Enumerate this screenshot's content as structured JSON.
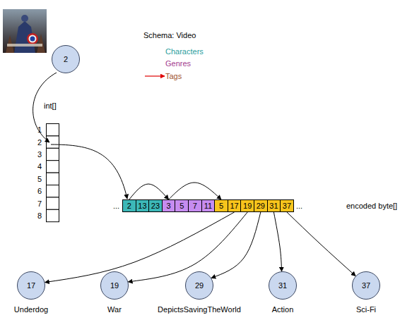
{
  "diagram": {
    "nodes": [
      {
        "text": [
          "2"
        ]
      },
      {
        "text": [
          "2"
        ]
      },
      {
        "text": [
          "13"
        ]
      },
      {
        "text": [
          "23"
        ]
      },
      {
        "text": [
          "3"
        ]
      },
      {
        "text": [
          "5"
        ]
      },
      {
        "text": [
          "7"
        ]
      },
      {
        "text": [
          "11"
        ]
      },
      {
        "text": [
          "5"
        ]
      },
      {
        "text": [
          "17"
        ]
      },
      {
        "text": [
          "19"
        ]
      },
      {
        "text": [
          "29"
        ]
      },
      {
        "text": [
          "31"
        ]
      },
      {
        "text": [
          "37"
        ]
      },
      {
        "text": [
          "17",
          "Underdog"
        ]
      },
      {
        "text": [
          "19",
          "War"
        ]
      },
      {
        "text": [
          "29",
          "DepictsSavingTheWorld"
        ]
      },
      {
        "text": [
          "31",
          "Action"
        ]
      },
      {
        "text": [
          "37",
          "Sci-Fi"
        ]
      }
    ],
    "edges": [
      {
        "from": 1,
        "to": 4,
        "arrow": "to"
      },
      {
        "from": 4,
        "to": 8,
        "arrow": "to"
      },
      {
        "from": 9,
        "to": 14,
        "arrow": "to"
      },
      {
        "from": 10,
        "to": 15,
        "arrow": "to"
      },
      {
        "from": 11,
        "to": 16,
        "arrow": "to"
      },
      {
        "from": 12,
        "to": 17,
        "arrow": "to"
      },
      {
        "from": 13,
        "to": 18,
        "arrow": "to"
      }
    ],
    "labels": [
      "Schema: Video",
      "Characters",
      "Genres",
      "Tags",
      "int[]",
      "1",
      "2",
      "3",
      "4",
      "5",
      "6",
      "7",
      "8",
      "...",
      "...",
      "encoded byte[]"
    ]
  }
}
